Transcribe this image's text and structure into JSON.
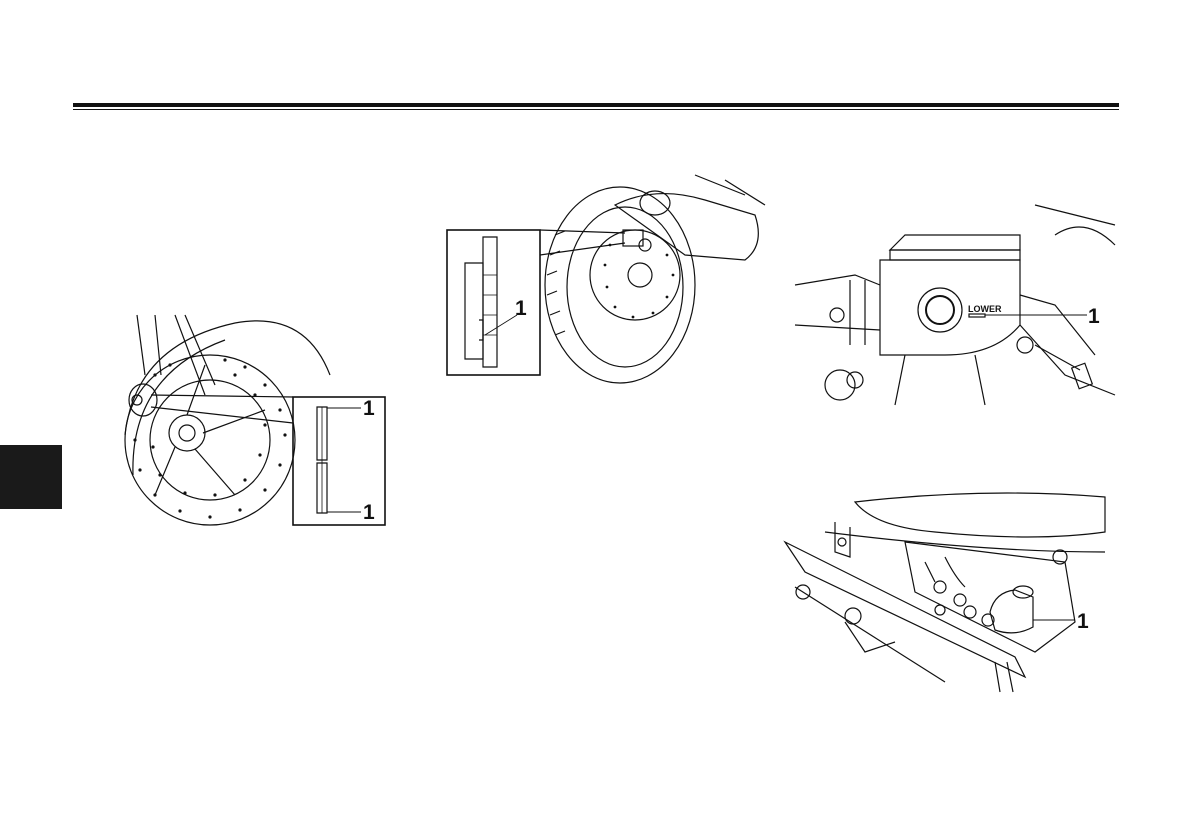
{
  "figures": {
    "front_brake_pads": {
      "callouts": [
        "1",
        "1"
      ],
      "icon": "brake-pad-wear-indicator-illustration"
    },
    "rear_brake_pad": {
      "callouts": [
        "1"
      ],
      "icon": "rear-brake-pad-illustration"
    },
    "front_reservoir": {
      "mark_label": "LOWER",
      "callouts": [
        "1"
      ],
      "icon": "brake-fluid-reservoir-illustration"
    },
    "rear_reservoir": {
      "callouts": [
        "1"
      ],
      "icon": "rear-brake-fluid-reservoir-illustration"
    }
  },
  "colors": {
    "ink": "#111111",
    "paper": "#ffffff",
    "tab": "#1a1a1a"
  }
}
